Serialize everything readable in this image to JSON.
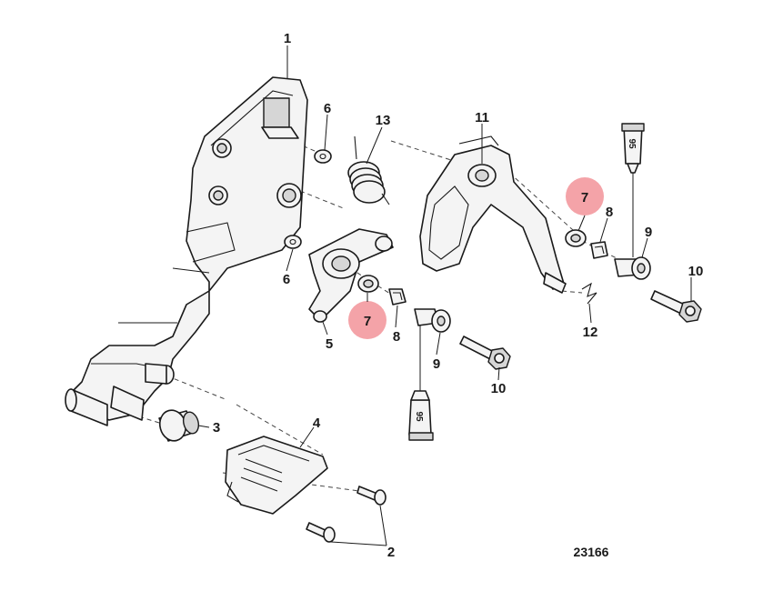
{
  "diagram": {
    "figure_number": "23166",
    "highlight_color": "#f4a3a8",
    "callouts": {
      "c1": "1",
      "c2": "2",
      "c3": "3",
      "c4": "4",
      "c5": "5",
      "c6a": "6",
      "c6b": "6",
      "c7a": "7",
      "c7b": "7",
      "c8a": "8",
      "c8b": "8",
      "c9a": "9",
      "c9b": "9",
      "c10a": "10",
      "c10b": "10",
      "c11": "11",
      "c12": "12",
      "c13": "13"
    },
    "tube_labels": {
      "t1": "95",
      "t2": "95"
    }
  }
}
